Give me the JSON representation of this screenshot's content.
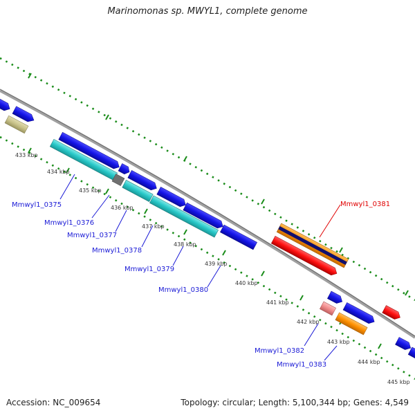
{
  "title": "Marinomonas sp. MWYL1, complete genome",
  "footer": {
    "accession": "Accession: NC_009654",
    "summary": "Topology: circular; Length: 5,100,344 bp; Genes: 4,549"
  },
  "scale_labels": [
    "433 kbp",
    "434 kbp",
    "435 kbp",
    "436 kbp",
    "437 kbp",
    "438 kbp",
    "439 kbp",
    "440 kbp",
    "441 kbp",
    "442 kbp",
    "443 kbp",
    "444 kbp",
    "445 kbp"
  ],
  "gene_labels": [
    "Mmwyl1_0375",
    "Mmwyl1_0376",
    "Mmwyl1_0377",
    "Mmwyl1_0378",
    "Mmwyl1_0379",
    "Mmwyl1_0380",
    "Mmwyl1_0381",
    "Mmwyl1_0382",
    "Mmwyl1_0383"
  ],
  "colors": {
    "backbone": "#8c8c8c",
    "tick_green": "#1a8c1a",
    "cds_blue": "#1414e6",
    "cyan": "#28c8c8",
    "olive": "#c8c28a",
    "gray": "#707070",
    "orange": "#ff9000",
    "navy": "#10106e",
    "red": "#ff1010",
    "pink": "#f08c8c",
    "label_blue": "#1a1ad6",
    "label_red": "#e00000"
  }
}
